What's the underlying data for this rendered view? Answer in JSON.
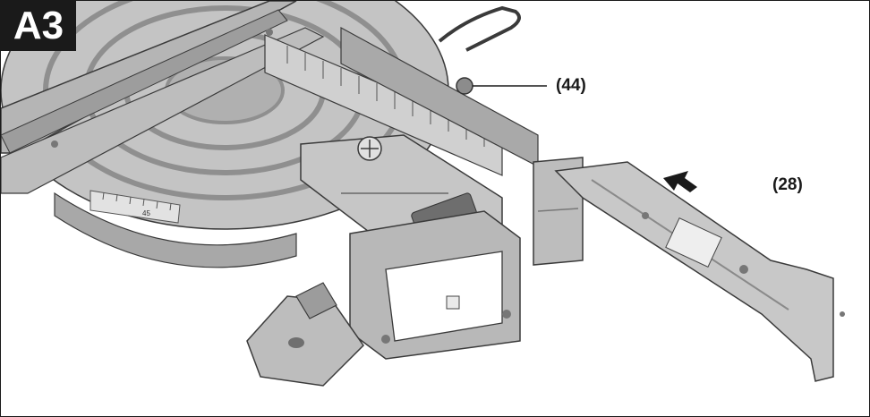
{
  "figure": {
    "label": "A3"
  },
  "callouts": [
    {
      "id": "44",
      "text": "(44)"
    },
    {
      "id": "28",
      "text": "(28)"
    }
  ],
  "scale_mark": "45",
  "colors": {
    "body_gray": "#b9b9b9",
    "dark_gray": "#8a8a8a",
    "light_gray": "#d6d6d6",
    "outline": "#3a3a3a",
    "arrow": "#1a1a1a",
    "badge_bg": "#1a1a1a",
    "badge_text": "#ffffff"
  }
}
